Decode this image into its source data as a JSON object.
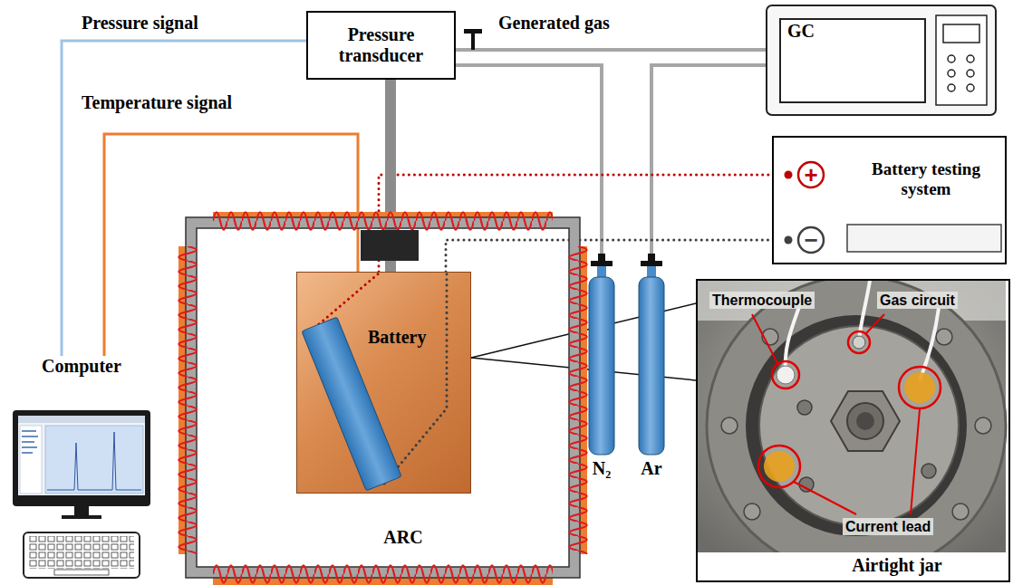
{
  "diagram": {
    "nodes": [
      {
        "text": [
          "Pressure transducer"
        ]
      },
      {
        "text": [
          "GC"
        ]
      },
      {
        "text": [
          "Battery testing system"
        ]
      },
      {
        "text": [
          "ARC"
        ]
      },
      {
        "text": [
          "Battery"
        ],
        "in": 3
      },
      {
        "text": [
          "N₂"
        ]
      },
      {
        "text": [
          "Ar"
        ]
      },
      {
        "text": [
          "Computer"
        ]
      },
      {
        "text": [
          "Airtight jar"
        ]
      }
    ],
    "edges": [
      {
        "from": 7,
        "to": 0,
        "label": "Pressure signal",
        "arrow": "none"
      },
      {
        "from": 7,
        "to": 4,
        "label": "Temperature signal",
        "arrow": "none"
      },
      {
        "from": 0,
        "to": 1,
        "label": "Generated gas",
        "arrow": "none"
      },
      {
        "from": 5,
        "to": 0,
        "arrow": "none"
      },
      {
        "from": 6,
        "to": 1,
        "arrow": "none"
      },
      {
        "from": 4,
        "to": 2,
        "arrow": "none"
      },
      {
        "from": 4,
        "to": 2,
        "arrow": "none"
      },
      {
        "from": 0,
        "to": 4,
        "arrow": "none"
      },
      {
        "from": 4,
        "to": 8,
        "arrow": "none"
      },
      {
        "from": 4,
        "to": 8,
        "arrow": "none"
      }
    ],
    "labels": [
      "+",
      "−",
      "Thermocouple",
      "Gas circuit",
      "Current lead"
    ]
  }
}
